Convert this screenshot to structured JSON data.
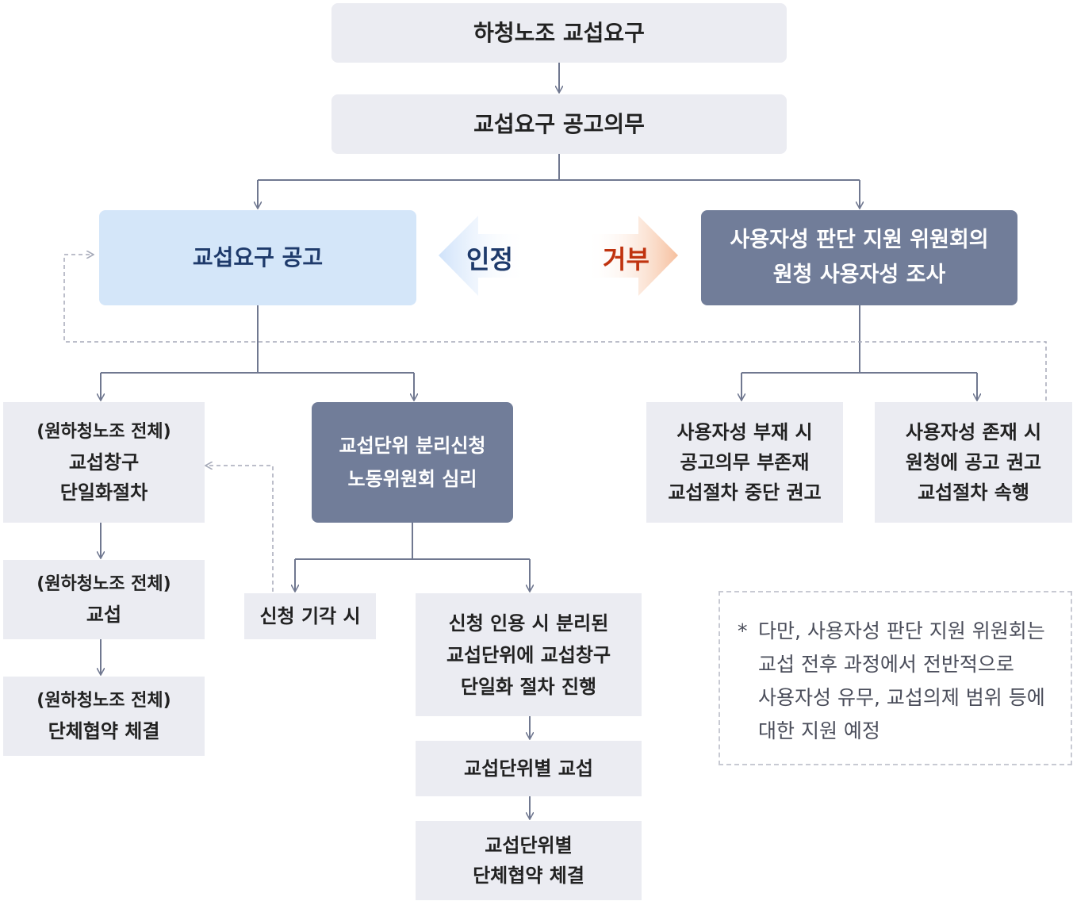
{
  "top": {
    "demand": "하청노조 교섭요구",
    "notice_duty": "교섭요구 공고의무"
  },
  "left": {
    "announce": "교섭요구 공고",
    "accept": "인정"
  },
  "right": {
    "committee": [
      "사용자성 판단 지원 위원회의",
      "원청 사용자성 조사"
    ],
    "reject": "거부",
    "absent": [
      "사용자성 부재 시",
      "공고의무 부존재",
      "교섭절차 중단 권고"
    ],
    "present": [
      "사용자성 존재 시",
      "원청에 공고 권고",
      "교섭절차 속행"
    ]
  },
  "col1": {
    "step1": [
      "(원하청노조 전체)",
      "교섭창구",
      "단일화절차"
    ],
    "step2": [
      "(원하청노조 전체)",
      "교섭"
    ],
    "step3": [
      "(원하청노조 전체)",
      "단체협약 체결"
    ]
  },
  "mid": {
    "separation": [
      "교섭단위 분리신청",
      "노동위원회 심리"
    ],
    "dismissed": "신청 기각 시",
    "granted": [
      "신청 인용 시 분리된",
      "교섭단위에 교섭창구",
      "단일화 절차 진행"
    ],
    "unit_bargain": "교섭단위별 교섭",
    "unit_agreement": [
      "교섭단위별",
      "단체협약 체결"
    ]
  },
  "note": {
    "star": "*",
    "lines": [
      "다만, 사용자성 판단 지원 위원회는",
      "교섭 전후 과정에서 전반적으로",
      "사용자성 유무, 교섭의제 범위 등에",
      "대한 지원 예정"
    ]
  },
  "colors": {
    "line": "#707890",
    "box": "#ebecf2",
    "dark": "#717d99",
    "blue": "#d4e6f9",
    "navy": "#1e3a6b",
    "reject": "#c0330f"
  }
}
